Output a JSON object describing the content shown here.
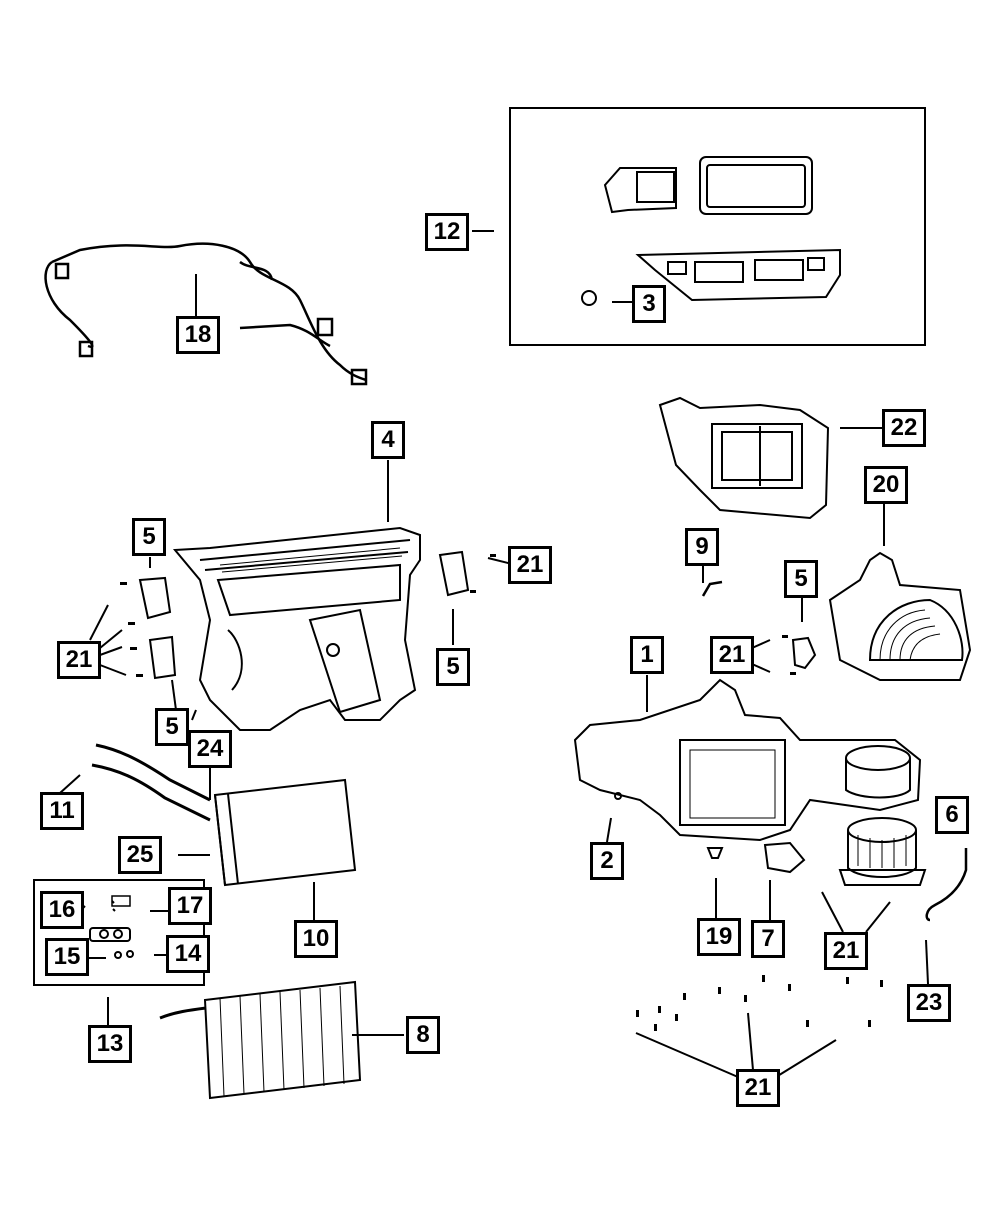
{
  "diagram": {
    "title": "HVAC Unit Assembly — Exploded Parts Diagram",
    "groups": [
      {
        "name": "service-kit-box",
        "contains": [
          "3",
          "12"
        ]
      },
      {
        "name": "expansion-valve-kit-box",
        "contains": [
          "13",
          "14",
          "15",
          "16",
          "17"
        ]
      }
    ],
    "callouts": [
      {
        "id": "c12",
        "label": "12",
        "part": "kit-housing-seals"
      },
      {
        "id": "c3",
        "label": "3",
        "part": "seal-grommet"
      },
      {
        "id": "c18",
        "label": "18",
        "part": "wiring-harness"
      },
      {
        "id": "c22",
        "label": "22",
        "part": "air-inlet-duct"
      },
      {
        "id": "c4",
        "label": "4",
        "part": "rear-hvac-housing"
      },
      {
        "id": "c5a",
        "label": "5",
        "part": "actuator"
      },
      {
        "id": "c21a",
        "label": "21",
        "part": "screw"
      },
      {
        "id": "c21b",
        "label": "21",
        "part": "screw"
      },
      {
        "id": "c5b",
        "label": "5",
        "part": "actuator"
      },
      {
        "id": "c5c",
        "label": "5",
        "part": "actuator"
      },
      {
        "id": "c20",
        "label": "20",
        "part": "blower-housing"
      },
      {
        "id": "c9",
        "label": "9",
        "part": "temperature-sensor"
      },
      {
        "id": "c5d",
        "label": "5",
        "part": "actuator"
      },
      {
        "id": "c21c",
        "label": "21",
        "part": "screw"
      },
      {
        "id": "c1",
        "label": "1",
        "part": "front-hvac-housing"
      },
      {
        "id": "c24",
        "label": "24",
        "part": "seal"
      },
      {
        "id": "c11",
        "label": "11",
        "part": "heater-core-tubes"
      },
      {
        "id": "c25",
        "label": "25",
        "part": "heater-core-seal"
      },
      {
        "id": "c10",
        "label": "10",
        "part": "heater-core"
      },
      {
        "id": "c2",
        "label": "2",
        "part": "nut"
      },
      {
        "id": "c6",
        "label": "6",
        "part": "blower-motor"
      },
      {
        "id": "c16",
        "label": "16",
        "part": "screws"
      },
      {
        "id": "c17",
        "label": "17",
        "part": "clip"
      },
      {
        "id": "c15",
        "label": "15",
        "part": "expansion-valve"
      },
      {
        "id": "c14",
        "label": "14",
        "part": "o-rings"
      },
      {
        "id": "c19",
        "label": "19",
        "part": "drain-tube"
      },
      {
        "id": "c7",
        "label": "7",
        "part": "blower-resistor"
      },
      {
        "id": "c21d",
        "label": "21",
        "part": "screw"
      },
      {
        "id": "c23",
        "label": "23",
        "part": "wiring-pigtail"
      },
      {
        "id": "c13",
        "label": "13",
        "part": "expansion-valve-kit"
      },
      {
        "id": "c8",
        "label": "8",
        "part": "evaporator"
      },
      {
        "id": "c21e",
        "label": "21",
        "part": "screw"
      }
    ]
  }
}
